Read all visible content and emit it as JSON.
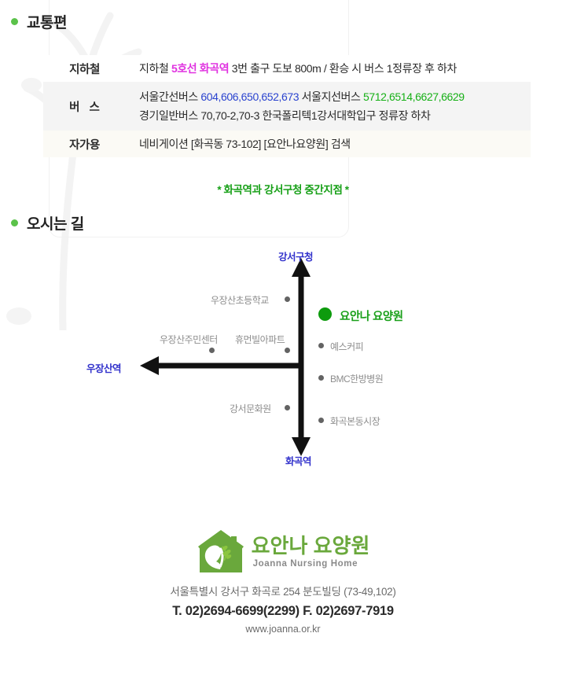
{
  "sections": {
    "transport_heading": "교통편",
    "directions_heading": "오시는 길"
  },
  "transport_table": {
    "rows": [
      {
        "label": "지하철",
        "lines": [
          [
            {
              "text": "지하철 ",
              "color": "default"
            },
            {
              "text": "5호선 화곡역",
              "color": "#e033e0"
            },
            {
              "text": " 3번 출구 도보 800m  / 환승 시 버스 1정류장 후 하차",
              "color": "default"
            }
          ]
        ]
      },
      {
        "label": "버 스",
        "lines": [
          [
            {
              "text": "서울간선버스 ",
              "color": "default"
            },
            {
              "text": "604,606,650,652,673",
              "color": "#2a43cf"
            },
            {
              "text": "  서울지선버스 ",
              "color": "default"
            },
            {
              "text": "5712,6514,6627,6629",
              "color": "#16b016"
            }
          ],
          [
            {
              "text": "경기일반버스 70,70-2,70-3   한국폴리텍1강서대학입구 정류장 하차",
              "color": "default"
            }
          ]
        ]
      },
      {
        "label": "자가용",
        "lines": [
          [
            {
              "text": "네비게이션 [화곡동 73-102] [요안나요양원] 검색",
              "color": "default"
            }
          ]
        ]
      }
    ]
  },
  "note": "* 화곡역과 강서구청 중간지점 *",
  "map": {
    "terminals": [
      {
        "name": "강서구청",
        "direction": "north"
      },
      {
        "name": "화곡역",
        "direction": "south"
      },
      {
        "name": "우장산역",
        "direction": "west"
      }
    ],
    "main_marker": "요안나 요양원",
    "landmarks": [
      {
        "name": "우장산초등학교",
        "side": "left"
      },
      {
        "name": "우장산주민센터",
        "side": "left"
      },
      {
        "name": "휴먼빌아파트",
        "side": "left"
      },
      {
        "name": "강서문화원",
        "side": "left"
      },
      {
        "name": "예스커피",
        "side": "right"
      },
      {
        "name": "BMC한방병원",
        "side": "right"
      },
      {
        "name": "화곡본동시장",
        "side": "right"
      }
    ]
  },
  "footer": {
    "logo_ko": "요안나 요양원",
    "logo_en": "Joanna Nursing Home",
    "address": "서울특별시 강서구 화곡로 254 분도빌딩 (73-49,102)",
    "phone": "T. 02)2694-6699(2299)  F. 02)2697-7919",
    "website": "www.joanna.or.kr"
  },
  "colors": {
    "accent_green": "#5bc24a",
    "marker_green": "#0d9b0d",
    "terminus_blue": "#3333cc",
    "subway_magenta": "#e033e0",
    "bus_blue": "#2a43cf",
    "bus_green": "#16b016"
  }
}
